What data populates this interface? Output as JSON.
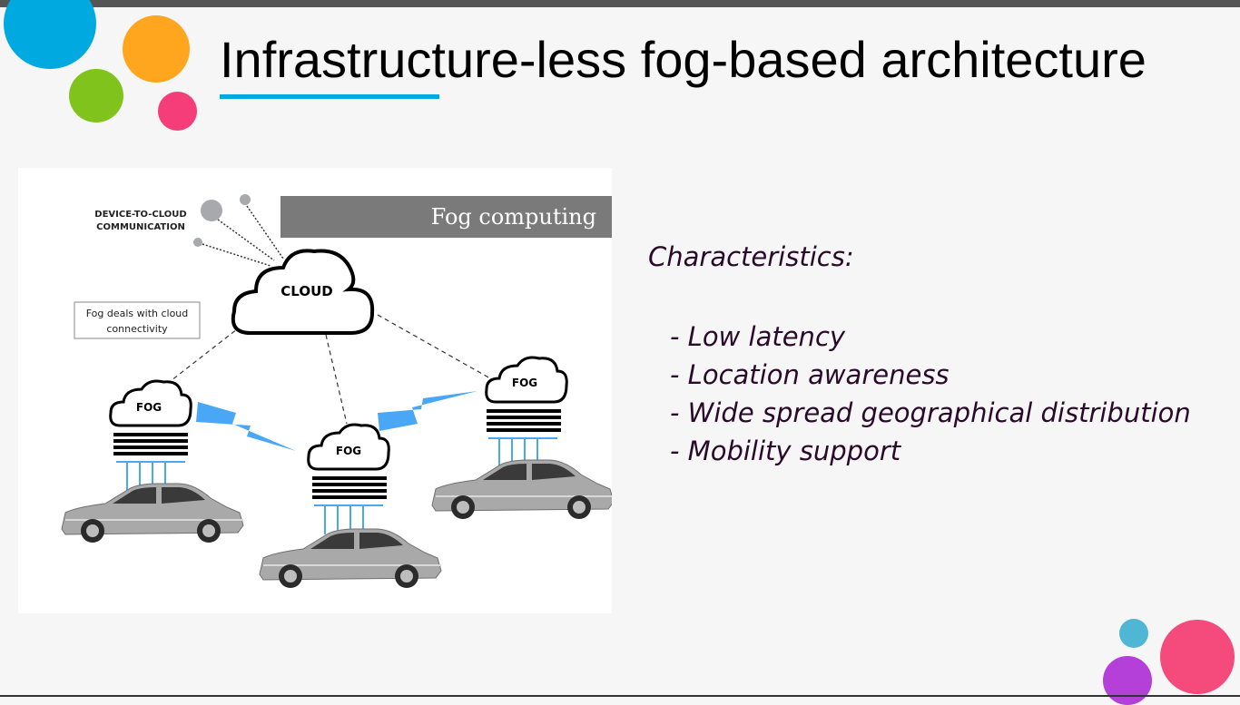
{
  "slide": {
    "title": "Infrastructure-less fog-based architecture",
    "accent_color": "#00a9e0"
  },
  "figure": {
    "banner": "Fog computing",
    "d2c_label_line1": "DEVICE-TO-CLOUD",
    "d2c_label_line2": "COMMUNICATION",
    "cloud_label": "CLOUD",
    "note_line1": "Fog deals with cloud",
    "note_line2": "connectivity",
    "fog_left": "FOG",
    "fog_center": "FOG",
    "fog_right": "FOG"
  },
  "characteristics": {
    "heading": "Characteristics:",
    "items": [
      "- Low latency",
      "- Location awareness",
      "- Wide spread geographical distribution",
      "- Mobility support"
    ]
  },
  "decor": {
    "top_left": [
      "#00a9e0",
      "#ffa51e",
      "#7fc31c",
      "#f53d7a"
    ],
    "bottom_right": [
      "#4fb6d3",
      "#f54a7c",
      "#b53fd9"
    ]
  }
}
